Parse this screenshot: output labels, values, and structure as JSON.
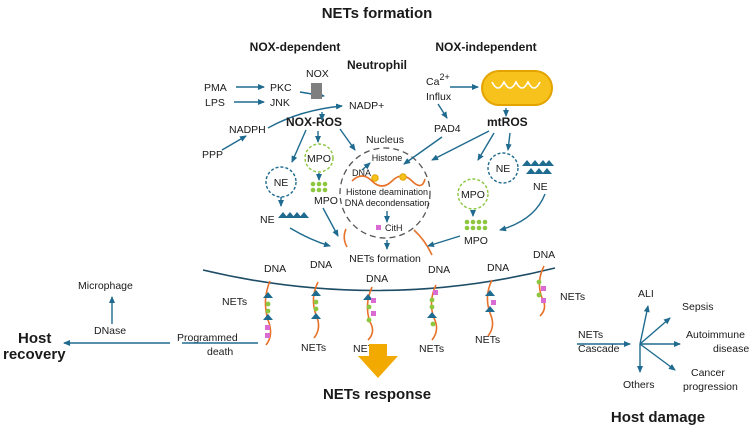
{
  "title": "NETs formation",
  "nox_dependent": {
    "heading": "NOX-dependent",
    "pma": "PMA",
    "lps": "LPS",
    "pkc": "PKC",
    "jnk": "JNK",
    "nox": "NOX",
    "nadph": "NADPH",
    "nadp": "NADP+",
    "ppp": "PPP",
    "nox_ros": "NOX-ROS",
    "mpo": "MPO",
    "mpo_release": "MPO",
    "ne": "NE",
    "ne_release": "NE"
  },
  "neutrophil": "Neutrophil",
  "nucleus": {
    "label": "Nucleus",
    "histone": "Histone",
    "dna": "DNA",
    "deamination": "Histone deamination",
    "decondensation": "DNA decondensation",
    "cith": "CitH"
  },
  "nox_independent": {
    "heading": "NOX-independent",
    "ca": "Ca",
    "ca_sup": "2+",
    "influx": "Influx",
    "pad4": "PAD4",
    "mtros": "mtROS",
    "mpo": "MPO",
    "mpo_release": "MPO",
    "ne": "NE",
    "ne_release": "NE"
  },
  "nets_formation_label": "NETs formation",
  "membrane": {
    "dna_labels": [
      "DNA",
      "DNA",
      "DNA",
      "DNA",
      "DNA",
      "DNA"
    ],
    "nets_labels": [
      "NETs",
      "NETs",
      "NETs",
      "NETs",
      "NETs",
      "NETs"
    ]
  },
  "response": "NETs response",
  "recovery": {
    "microphage": "Microphage",
    "dnase": "DNase",
    "programmed": "Programmed",
    "death": "death",
    "host_recovery_1": "Host",
    "host_recovery_2": "recovery"
  },
  "damage": {
    "nets": "NETs",
    "cascade": "Cascade",
    "ali": "ALI",
    "sepsis": "Sepsis",
    "autoimmune_1": "Autoimmune",
    "autoimmune_2": "disease",
    "cancer_1": "Cancer",
    "cancer_2": "progression",
    "others": "Others",
    "host_damage": "Host damage"
  },
  "colors": {
    "arrow": "#1f6b8f",
    "orange": "#e8722a",
    "green": "#8dc63f",
    "pink": "#d96bd3",
    "mito_fill": "#f7c21b",
    "mito_stroke": "#e3a400",
    "response_arrow": "#f2a900",
    "gray": "#777777"
  }
}
